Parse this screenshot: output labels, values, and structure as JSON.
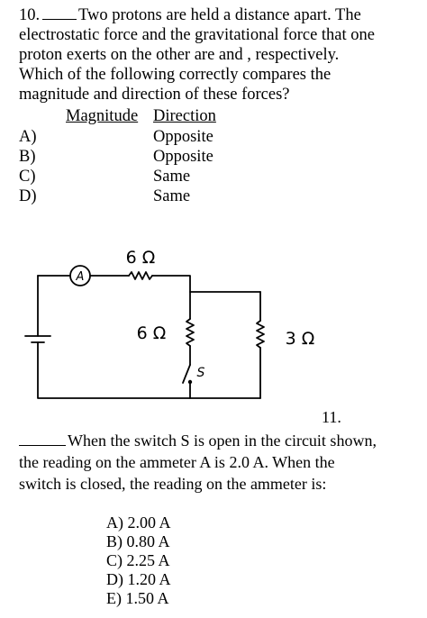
{
  "q10": {
    "number": "10.",
    "lines": [
      "Two protons are held a distance  apart. The",
      "electrostatic force and the gravitational force that one",
      "proton exerts on the other are  and , respectively.",
      "Which of the following correctly compares the",
      "magnitude and direction of these forces?"
    ],
    "headers": {
      "magnitude": "Magnitude",
      "direction": "Direction"
    },
    "options": [
      {
        "letter": "A)",
        "direction": "Opposite"
      },
      {
        "letter": "B)",
        "direction": "Opposite"
      },
      {
        "letter": "C)",
        "direction": "Same"
      },
      {
        "letter": "D)",
        "direction": "Same"
      }
    ]
  },
  "circuit": {
    "ammeter_label": "A",
    "r_series_label": "6 Ω",
    "r_left_label": "6 Ω",
    "r_right_label": "3 Ω",
    "switch_label": "S"
  },
  "q11": {
    "number": "11.",
    "line1": "When the switch S is open in the circuit shown,",
    "line2": "the reading on the ammeter A is 2.0 A. When the",
    "line3": "switch is closed, the reading on the ammeter is:",
    "choices": [
      "A) 2.00 A",
      "B) 0.80 A",
      "C) 2.25 A",
      "D) 1.20 A",
      "E) 1.50 A"
    ]
  }
}
